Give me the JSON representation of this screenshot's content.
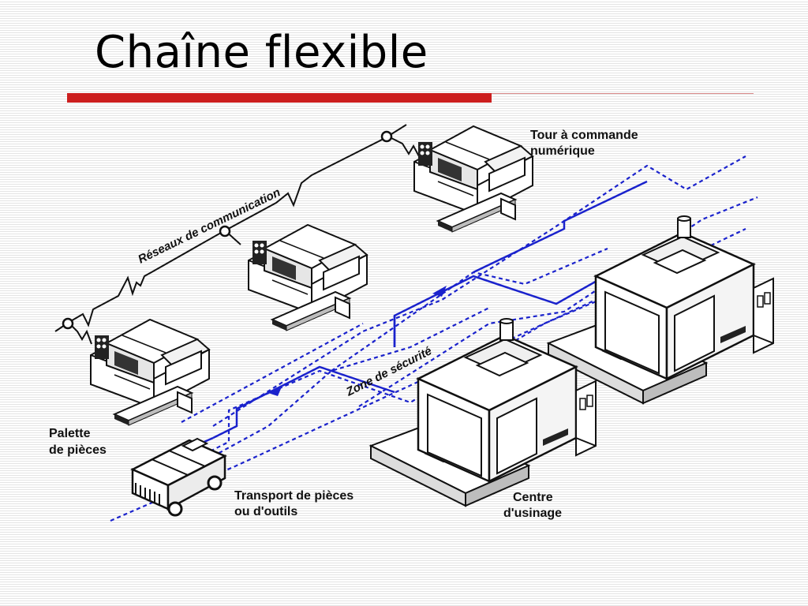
{
  "slide": {
    "title": "Chaîne flexible",
    "accent_color": "#cc1f1f",
    "rule_color": "#d98a8a"
  },
  "diagram": {
    "flow_color": "#1a22cc",
    "labels": {
      "network": "Réseaux de communication",
      "safety_zone": "Zone de sécurité",
      "lathe_line1": "Tour à commande",
      "lathe_line2": "numérique",
      "pallet_line1": "Palette",
      "pallet_line2": "de pièces",
      "transport_line1": "Transport de pièces",
      "transport_line2": "ou d'outils",
      "center_line1": "Centre",
      "center_line2": "d'usinage"
    }
  }
}
